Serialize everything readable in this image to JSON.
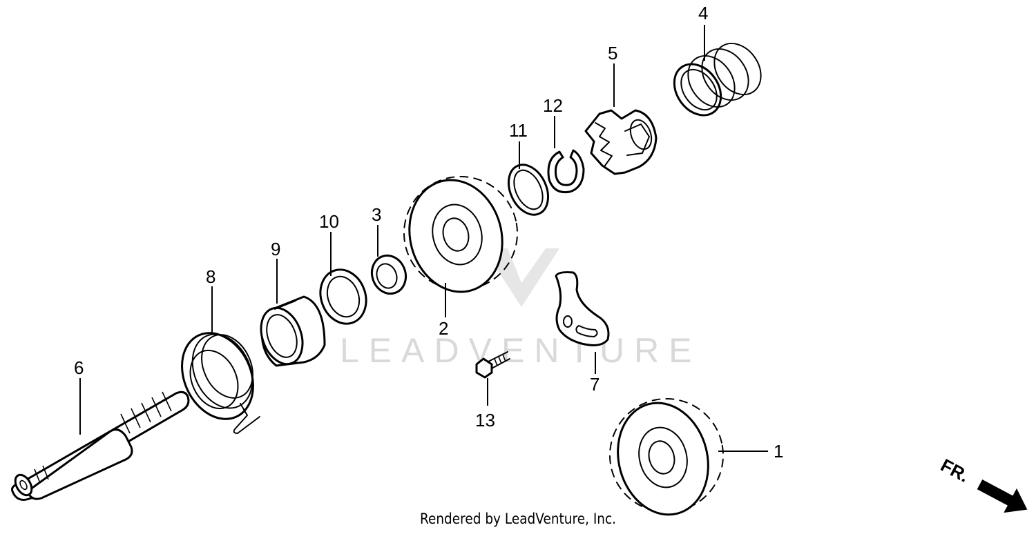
{
  "watermark": {
    "text": "LEADVENTURE"
  },
  "callouts": [
    {
      "id": "1",
      "label": "1"
    },
    {
      "id": "2",
      "label": "2"
    },
    {
      "id": "3",
      "label": "3"
    },
    {
      "id": "4",
      "label": "4"
    },
    {
      "id": "5",
      "label": "5"
    },
    {
      "id": "6",
      "label": "6"
    },
    {
      "id": "7",
      "label": "7"
    },
    {
      "id": "8",
      "label": "8"
    },
    {
      "id": "9",
      "label": "9"
    },
    {
      "id": "10",
      "label": "10"
    },
    {
      "id": "11",
      "label": "11"
    },
    {
      "id": "12",
      "label": "12"
    },
    {
      "id": "13",
      "label": "13"
    }
  ],
  "direction_indicator": {
    "label": "FR."
  },
  "footer": {
    "credit": "Rendered by LeadVenture, Inc."
  }
}
